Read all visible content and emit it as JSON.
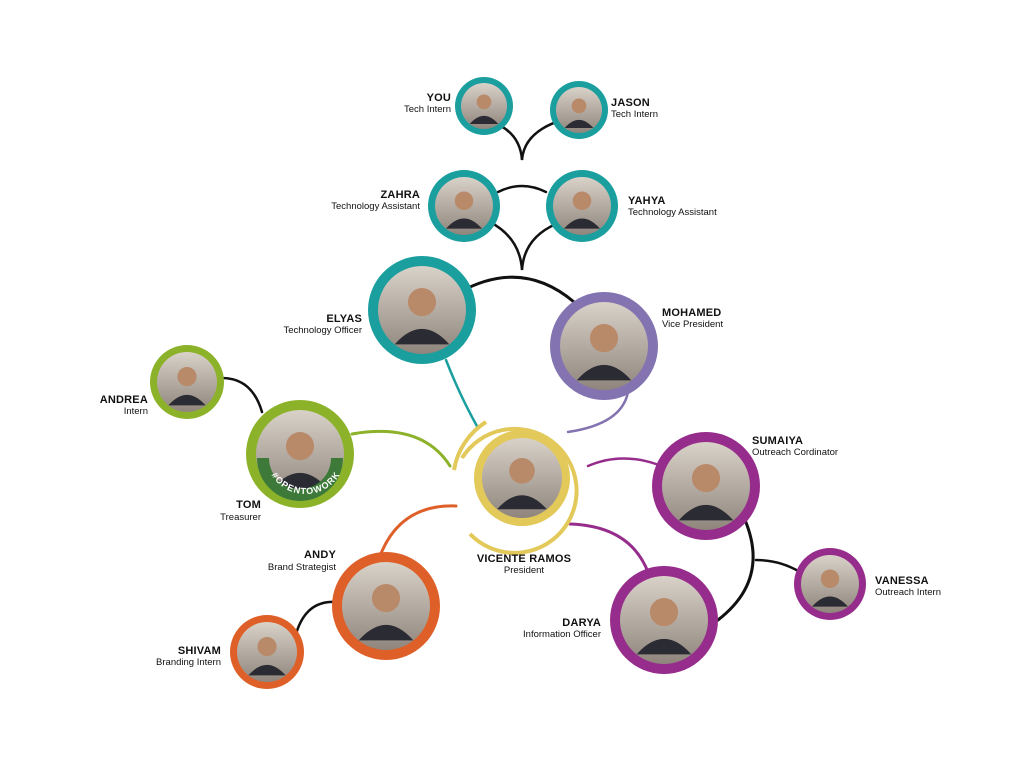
{
  "colors": {
    "president": "#E2C95A",
    "teal": "#1A9E9E",
    "violet": "#8373B0",
    "green": "#8CB22A",
    "orange": "#DE6028",
    "magenta": "#962D8C",
    "connector": "#111111"
  },
  "members": [
    {
      "id": "vicente",
      "name": "VICENTE RAMOS",
      "role": "President",
      "color": "#E2C95A"
    },
    {
      "id": "mohamed",
      "name": "MOHAMED",
      "role": "Vice President",
      "color": "#8373B0"
    },
    {
      "id": "elyas",
      "name": "ELYAS",
      "role": "Technology Officer",
      "color": "#1A9E9E"
    },
    {
      "id": "zahra",
      "name": "ZAHRA",
      "role": "Technology Assistant",
      "color": "#1A9E9E"
    },
    {
      "id": "yahya",
      "name": "YAHYA",
      "role": "Technology Assistant",
      "color": "#1A9E9E"
    },
    {
      "id": "you",
      "name": "YOU",
      "role": "Tech Intern",
      "color": "#1A9E9E"
    },
    {
      "id": "jason",
      "name": "JASON",
      "role": "Tech Intern",
      "color": "#1A9E9E"
    },
    {
      "id": "tom",
      "name": "TOM",
      "role": "Treasurer",
      "color": "#8CB22A"
    },
    {
      "id": "andrea",
      "name": "ANDREA",
      "role": "Intern",
      "color": "#8CB22A"
    },
    {
      "id": "andy",
      "name": "ANDY",
      "role": "Brand Strategist",
      "color": "#DE6028"
    },
    {
      "id": "shivam",
      "name": "SHIVAM",
      "role": "Branding Intern",
      "color": "#DE6028"
    },
    {
      "id": "sumaiya",
      "name": "SUMAIYA",
      "role": "Outreach Cordinator",
      "color": "#962D8C"
    },
    {
      "id": "vanessa",
      "name": "VANESSA",
      "role": "Outreach Intern",
      "color": "#962D8C"
    },
    {
      "id": "darya",
      "name": "DARYA",
      "role": "Information Officer",
      "color": "#962D8C"
    }
  ],
  "badge": "#OPENTOWORK"
}
